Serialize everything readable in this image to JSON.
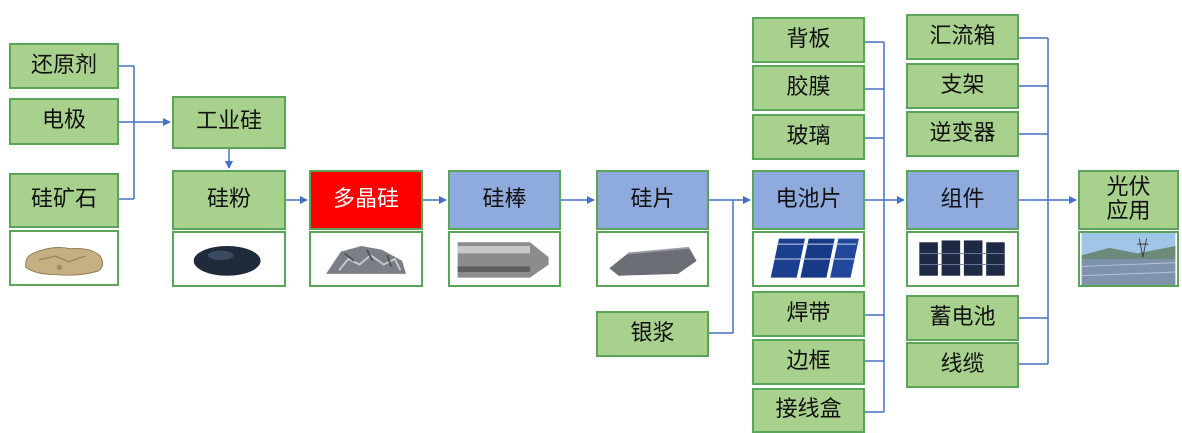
{
  "nodes": {
    "reductant": "还原剂",
    "electrode": "电极",
    "quartz": "硅矿石",
    "industrial_si": "工业硅",
    "si_powder": "硅粉",
    "polysilicon": "多晶硅",
    "si_rod": "硅棒",
    "wafer": "硅片",
    "silver_paste": "银浆",
    "backsheet": "背板",
    "film": "胶膜",
    "glass": "玻璃",
    "cell": "电池片",
    "ribbon": "焊带",
    "frame": "边框",
    "junction_box": "接线盒",
    "combiner_box": "汇流箱",
    "bracket": "支架",
    "inverter": "逆变器",
    "module": "组件",
    "battery": "蓄电池",
    "cable": "线缆",
    "pv_app_line1": "光伏",
    "pv_app_line2": "应用"
  },
  "colors": {
    "green_fill": "#a9d18e",
    "green_border": "#5aa55a",
    "blue_fill": "#8faadc",
    "red_fill": "#ff0000",
    "connector": "#4472c4"
  }
}
